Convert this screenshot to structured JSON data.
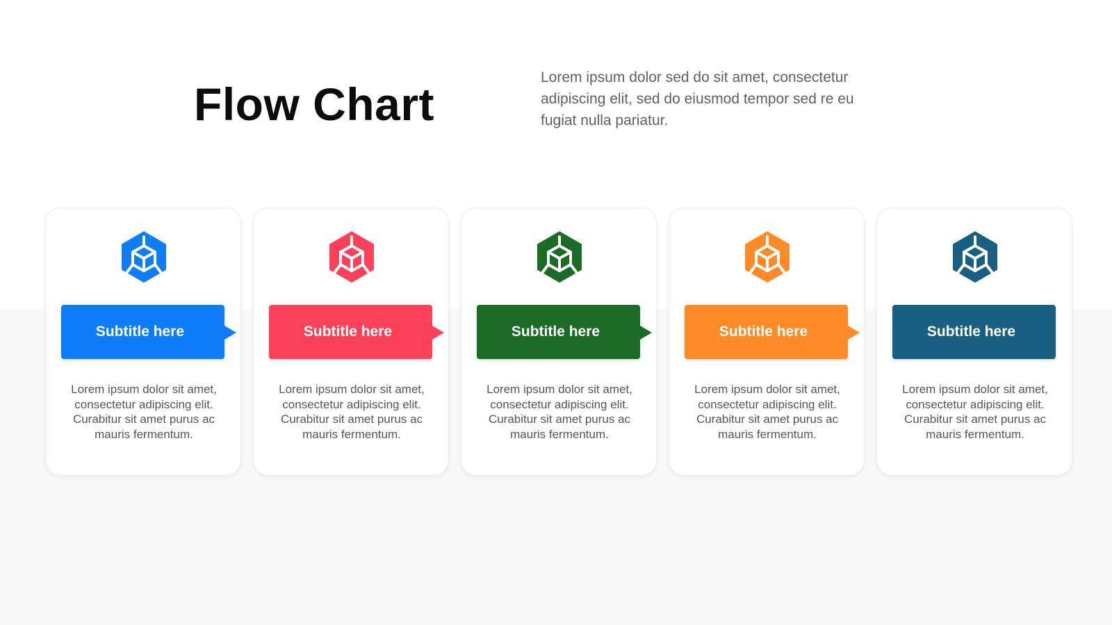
{
  "title": "Flow Chart",
  "intro": "Lorem ipsum dolor sed do sit amet, consectetur adipiscing elit, sed do eiusmod tempor sed re eu fugiat nulla pariatur.",
  "steps": [
    {
      "icon": "cube-hexagon-icon",
      "color": "#0f7cf8",
      "subtitle": "Subtitle here",
      "text": "Lorem ipsum dolor sit amet, consectetur adipiscing elit. Curabitur sit amet purus ac mauris fermentum."
    },
    {
      "icon": "cube-hexagon-icon",
      "color": "#fc425a",
      "subtitle": "Subtitle here",
      "text": "Lorem ipsum dolor sit amet, consectetur adipiscing elit. Curabitur sit amet purus ac mauris fermentum."
    },
    {
      "icon": "cube-hexagon-icon",
      "color": "#1b6a26",
      "subtitle": "Subtitle here",
      "text": "Lorem ipsum dolor sit amet, consectetur adipiscing elit. Curabitur sit amet purus ac mauris fermentum."
    },
    {
      "icon": "cube-hexagon-icon",
      "color": "#fe8a28",
      "subtitle": "Subtitle here",
      "text": "Lorem ipsum dolor sit amet, consectetur adipiscing elit. Curabitur sit amet purus ac mauris fermentum."
    },
    {
      "icon": "cube-hexagon-icon",
      "color": "#195f81",
      "subtitle": "Subtitle here",
      "text": "Lorem ipsum dolor sit amet, consectetur adipiscing elit. Curabitur sit amet purus ac mauris fermentum."
    }
  ]
}
